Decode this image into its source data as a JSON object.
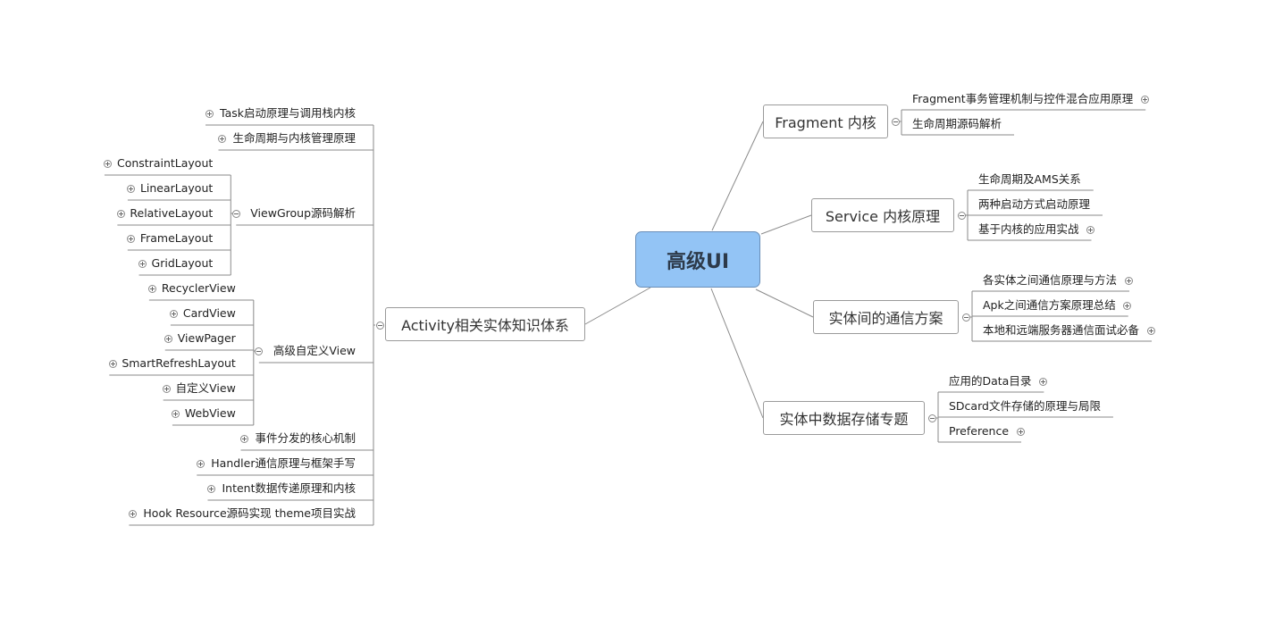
{
  "root": {
    "label": "高级UI"
  },
  "right": [
    {
      "label": "Fragment 内核",
      "children": [
        {
          "label": "Fragment事务管理机制与控件混合应用原理",
          "collapsed": true
        },
        {
          "label": "生命周期源码解析",
          "collapsed": false
        }
      ]
    },
    {
      "label": "Service 内核原理",
      "children": [
        {
          "label": "生命周期及AMS关系",
          "collapsed": false
        },
        {
          "label": "两种启动方式启动原理",
          "collapsed": false
        },
        {
          "label": "基于内核的应用实战",
          "collapsed": true
        }
      ]
    },
    {
      "label": "实体间的通信方案",
      "children": [
        {
          "label": "各实体之间通信原理与方法",
          "collapsed": true
        },
        {
          "label": "Apk之间通信方案原理总结",
          "collapsed": true
        },
        {
          "label": "本地和远端服务器通信面试必备",
          "collapsed": true
        }
      ]
    },
    {
      "label": "实体中数据存储专题",
      "children": [
        {
          "label": "应用的Data目录",
          "collapsed": true
        },
        {
          "label": "SDcard文件存储的原理与局限",
          "collapsed": false
        },
        {
          "label": "Preference",
          "collapsed": true
        }
      ]
    }
  ],
  "left": {
    "label": "Activity相关实体知识体系",
    "children": [
      {
        "label": "Task启动原理与调用栈内核",
        "collapsed": true
      },
      {
        "label": "生命周期与内核管理原理",
        "collapsed": true
      },
      {
        "label": "ViewGroup源码解析",
        "collapsed": false,
        "children": [
          {
            "label": "ConstraintLayout",
            "collapsed": true
          },
          {
            "label": "LinearLayout",
            "collapsed": true
          },
          {
            "label": "RelativeLayout",
            "collapsed": true
          },
          {
            "label": "FrameLayout",
            "collapsed": true
          },
          {
            "label": "GridLayout",
            "collapsed": true
          }
        ]
      },
      {
        "label": "高级自定义View",
        "collapsed": false,
        "children": [
          {
            "label": "RecyclerView",
            "collapsed": true
          },
          {
            "label": "CardView",
            "collapsed": true
          },
          {
            "label": "ViewPager",
            "collapsed": true
          },
          {
            "label": "SmartRefreshLayout",
            "collapsed": true
          },
          {
            "label": "自定义View",
            "collapsed": true
          },
          {
            "label": "WebView",
            "collapsed": true
          }
        ]
      },
      {
        "label": "事件分发的核心机制",
        "collapsed": true
      },
      {
        "label": "Handler通信原理与框架手写",
        "collapsed": true
      },
      {
        "label": "Intent数据传递原理和内核",
        "collapsed": true
      },
      {
        "label": "Hook Resource源码实现 theme项目实战",
        "collapsed": true
      }
    ]
  }
}
